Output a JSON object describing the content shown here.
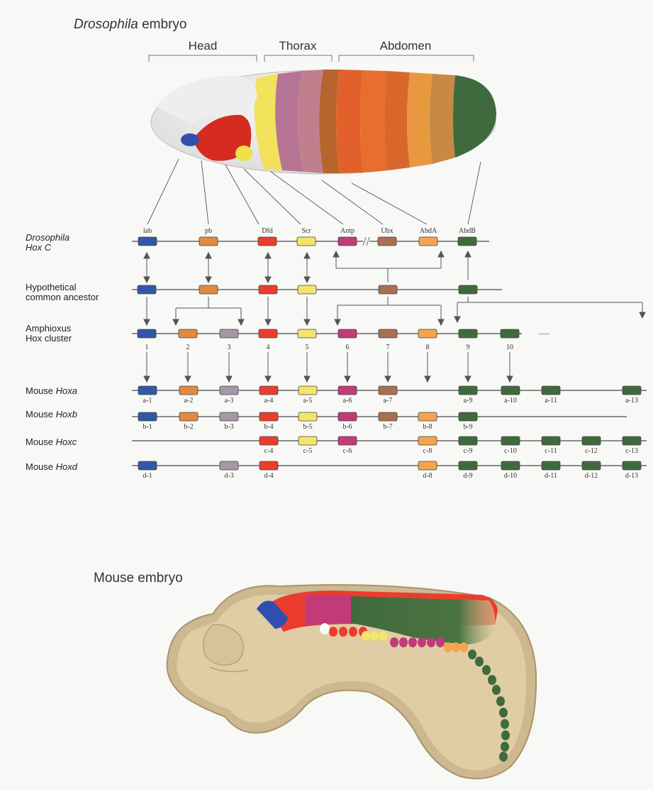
{
  "titles": {
    "drosophila_italic": "Drosophila",
    "drosophila_rest": " embryo",
    "mouse": "Mouse embryo"
  },
  "regions": {
    "head": "Head",
    "thorax": "Thorax",
    "abdomen": "Abdomen"
  },
  "rows": {
    "dros": {
      "line1": "Drosophila",
      "line2": "Hox C"
    },
    "ancestor": {
      "line1": "Hypothetical",
      "line2": "common ancestor"
    },
    "amph": {
      "line1": "Amphioxus",
      "line2": "Hox cluster"
    },
    "hoxa": {
      "prefix": "Mouse ",
      "name": "Hoxa"
    },
    "hoxb": {
      "prefix": "Mouse ",
      "name": "Hoxb"
    },
    "hoxc": {
      "prefix": "Mouse ",
      "name": "Hoxc"
    },
    "hoxd": {
      "prefix": "Mouse ",
      "name": "Hoxd"
    }
  },
  "colors": {
    "lab": "#2f59a6",
    "pb": "#e08a44",
    "g3": "#a598a6",
    "dfd": "#ea3d2e",
    "scr": "#f2e56a",
    "antp": "#c23a78",
    "ubx": "#a8704e",
    "abda": "#f5a34f",
    "abdb": "#3f6a3e"
  },
  "dros_genes": [
    {
      "label": "lab",
      "color": "lab"
    },
    {
      "label": "pb",
      "color": "pb"
    },
    {
      "label": "Dfd",
      "color": "dfd"
    },
    {
      "label": "Scr",
      "color": "scr"
    },
    {
      "label": "Antp",
      "color": "antp"
    },
    {
      "label": "Ubx",
      "color": "ubx"
    },
    {
      "label": "AbdA",
      "color": "abda"
    },
    {
      "label": "AbdB",
      "color": "abdb"
    }
  ],
  "amph_numbers": [
    "1",
    "2",
    "3",
    "4",
    "5",
    "6",
    "7",
    "8",
    "9",
    "10"
  ],
  "amph_dots": "......",
  "hoxa_labels": [
    "a-1",
    "a-2",
    "a-3",
    "a-4",
    "a-5",
    "a-6",
    "a-7",
    "a-9",
    "a-10",
    "a-11",
    "a-13"
  ],
  "hoxb_labels": [
    "b-1",
    "b-2",
    "b-3",
    "b-4",
    "b-5",
    "b-6",
    "b-7",
    "b-8",
    "b-9"
  ],
  "hoxc_labels": [
    "c-4",
    "c-5",
    "c-6",
    "c-8",
    "c-9",
    "c-10",
    "c-11",
    "c-12",
    "c-13"
  ],
  "hoxd_labels": [
    "d-1",
    "d-3",
    "d-4",
    "d-8",
    "d-9",
    "d-10",
    "d-11",
    "d-12",
    "d-13"
  ]
}
